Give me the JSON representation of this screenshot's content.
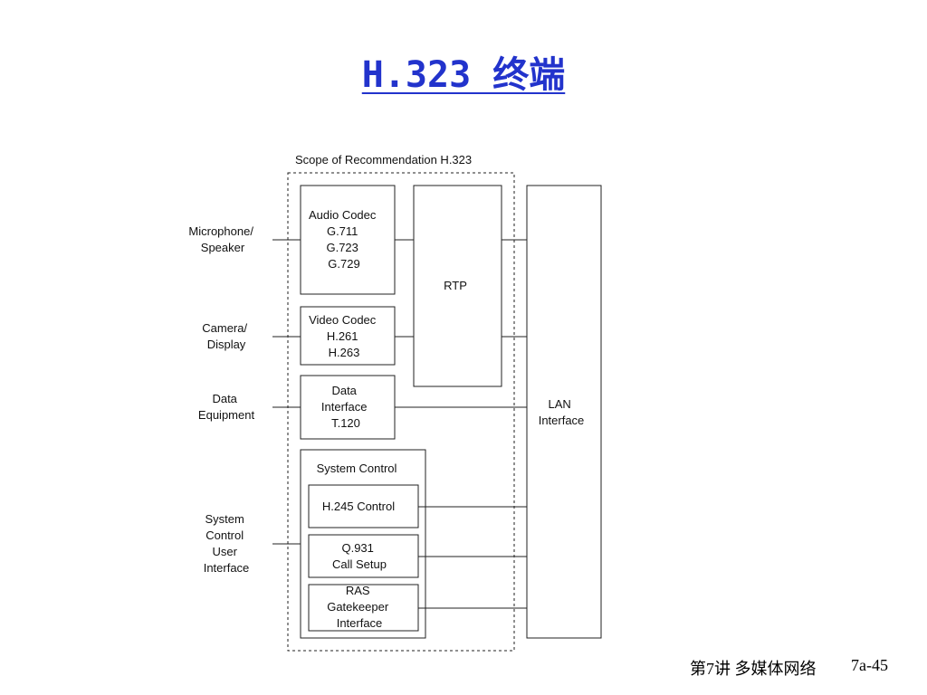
{
  "title": "H.323 终端",
  "scope": {
    "label": "Scope of Recommendation H.323"
  },
  "external_devices": [
    {
      "lines": [
        "Microphone/",
        "Speaker"
      ]
    },
    {
      "lines": [
        "Camera/",
        "Display"
      ]
    },
    {
      "lines": [
        "Data",
        "Equipment"
      ]
    },
    {
      "lines": [
        "System",
        "Control",
        "User",
        "Interface"
      ]
    }
  ],
  "blocks": {
    "audio_codec": [
      "Audio Codec",
      "G.711",
      "G.723",
      "G.729"
    ],
    "video_codec": [
      "Video Codec",
      "H.261",
      "H.263"
    ],
    "data_interface": [
      "Data",
      "Interface",
      "T.120"
    ],
    "rtp": [
      "RTP"
    ],
    "lan_interface": [
      "LAN",
      "Interface"
    ],
    "system_control": [
      "System Control"
    ],
    "h245_control": [
      "H.245 Control"
    ],
    "q931": [
      "Q.931",
      "Call Setup"
    ],
    "ras": [
      "RAS",
      "Gatekeeper",
      "Interface"
    ]
  },
  "footer": {
    "lecture": "第7讲 多媒体网络",
    "page": "7a-45"
  }
}
